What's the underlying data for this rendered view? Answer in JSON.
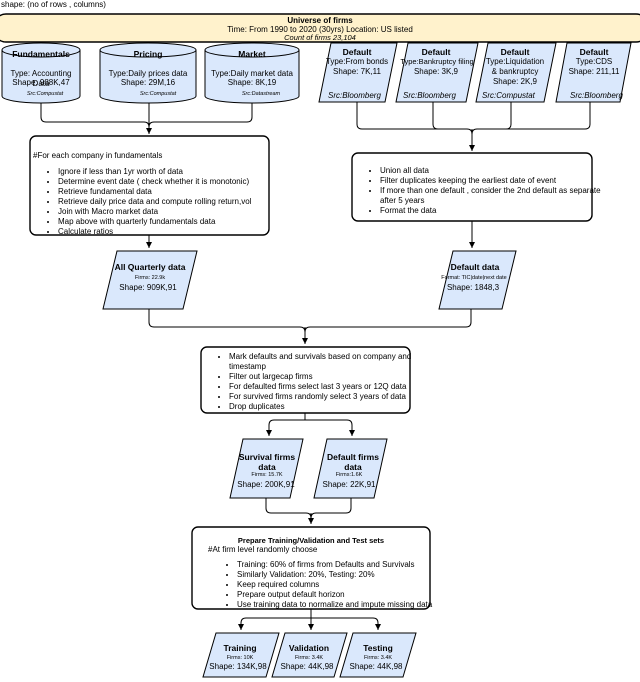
{
  "caption": "shape: (no of rows , columns)",
  "universe": {
    "title": "Universe of firms",
    "line": "Time: From 1990 to 2020 (30yrs)  Location: US listed",
    "count": "Count of firms 23,104"
  },
  "sources": [
    {
      "title": "Fundamentals",
      "type": "Type: Accounting Data",
      "shape": "Shape: 988K,47",
      "src": "Src:Compustat"
    },
    {
      "title": "Pricing",
      "type": "Type:Daily prices data",
      "shape": "Shape: 29M,16",
      "src": "Src:Compustat"
    },
    {
      "title": "Market",
      "type": "Type:Daily market data",
      "shape": "Shape: 8K,19",
      "src": "Src:Datastream"
    }
  ],
  "defaults": [
    {
      "title": "Default",
      "type": "Type:From bonds",
      "shape": "Shape: 7K,11",
      "src": "Src:Bloomberg"
    },
    {
      "title": "Default",
      "type": "Type:Bankruptcy filing",
      "shape": "Shape: 3K,9",
      "src": "Src:Bloomberg"
    },
    {
      "title": "Default",
      "type": "Type:Liquidation & bankruptcy",
      "shape": "Shape: 2K,9",
      "src": "Src:Compustat"
    },
    {
      "title": "Default",
      "type": "Type:CDS",
      "shape": "Shape: 211,11",
      "src": "Src:Bloomberg"
    }
  ],
  "process_left": {
    "heading": "#For each company in fundamentals",
    "items": [
      "Ignore if less than 1yr worth of data",
      "Determine event date ( check whether it is monotonic)",
      "Retrieve fundamental data",
      "Retrieve daily price data and compute rolling return,vol",
      "Join with Macro market data",
      "Map above with quarterly fundamentals data",
      "Calculate ratios"
    ]
  },
  "process_right": {
    "items": [
      "Union all data",
      "Filter duplicates keeping the earliest date of event",
      "If more than one default , consider the 2nd default as separate after 5 years",
      "Format the data"
    ]
  },
  "all_quarterly": {
    "title": "All Quarterly data",
    "sub": "Firms: 22.9k",
    "shape": "Shape: 909K,91"
  },
  "default_data": {
    "title": "Default data",
    "sub": "Format: TIC|date|next date",
    "shape": "Shape: 1848,3"
  },
  "process_mid": {
    "items": [
      "Mark defaults and survivals based on company and timestamp",
      "Filter out largecap firms",
      "For defaulted firms select last 3 years or 12Q data",
      "For survived firms randomly select 3 years of data",
      "Drop duplicates"
    ]
  },
  "survival": {
    "title": "Survival firms data",
    "sub": "Firms: 15.7K",
    "shape": "Shape: 200K,91"
  },
  "default_firms": {
    "title": "Default firms data",
    "sub": "Firms:1.6K",
    "shape": "Shape: 22K,91"
  },
  "prepare": {
    "title": "Prepare Training/Validation and Test sets",
    "heading": "#At firm level randomly choose",
    "items": [
      "Training: 60% of firms from Defaults and Survivals",
      "Similarly Validation: 20%, Testing: 20%",
      "Keep required columns",
      "Prepare output default horizon",
      "Use training data to normalize and impute missing data"
    ]
  },
  "outputs": [
    {
      "title": "Training",
      "sub": "Firms: 10K",
      "shape": "Shape: 134K,98"
    },
    {
      "title": "Validation",
      "sub": "Firms: 3.4K",
      "shape": "Shape: 44K,98"
    },
    {
      "title": "Testing",
      "sub": "Firms: 3.4K",
      "shape": "Shape: 44K,98"
    }
  ],
  "colors": {
    "fill": "#dae8fc",
    "cylinder_fill": "#dae8fc",
    "universe_fill": "#fff2cc",
    "stroke": "#000000"
  }
}
